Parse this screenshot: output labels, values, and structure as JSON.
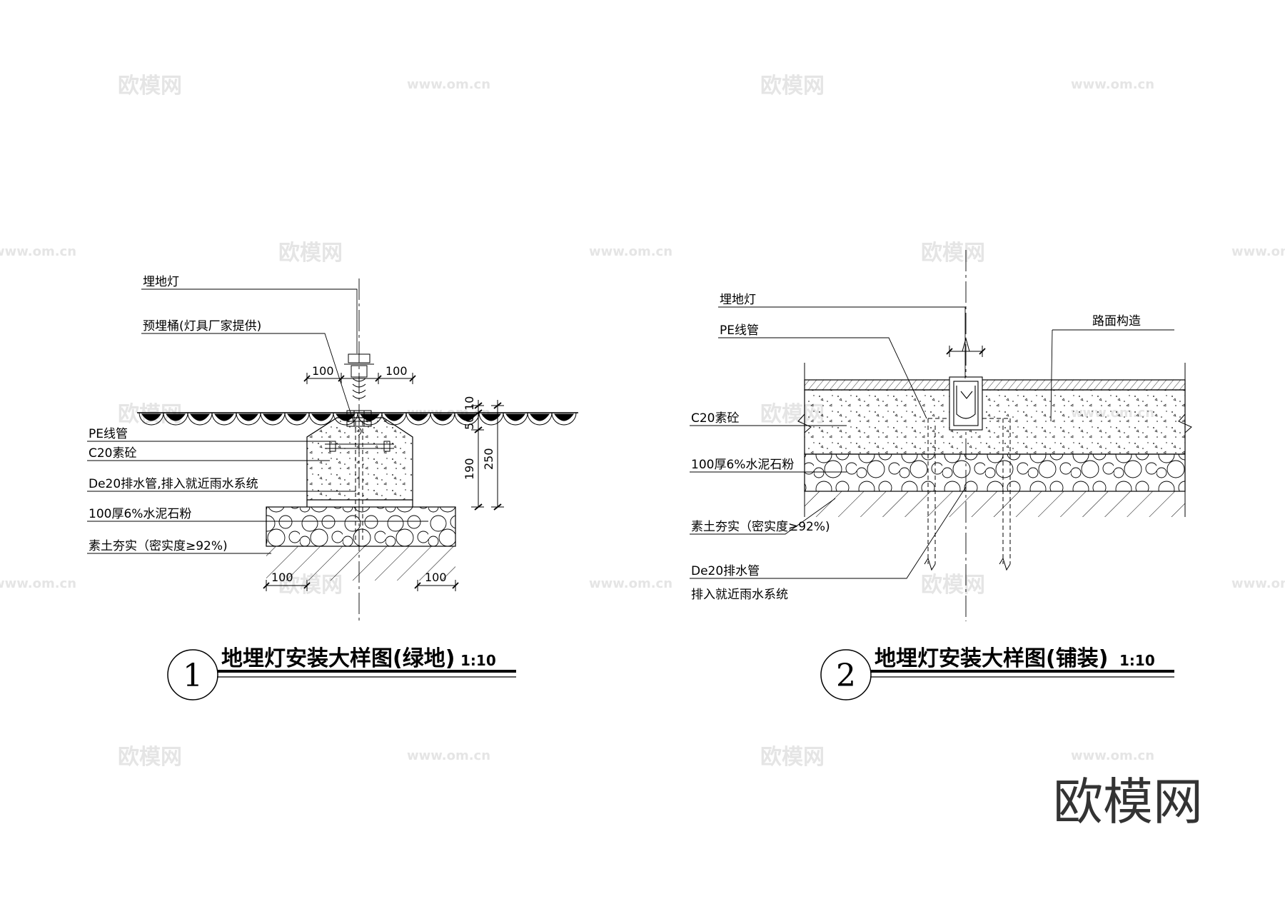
{
  "watermark": {
    "brand": "欧模网",
    "url": "www.om.cn"
  },
  "brand_corner": "欧模网",
  "detail1": {
    "number": "1",
    "title": "地埋灯安装大样图(绿地)",
    "scale": "1:10",
    "labels": {
      "lamp": "埋地灯",
      "bucket": "预埋桶(灯具厂家提供)",
      "pe_pipe": "PE线管",
      "c20": "C20素砼",
      "drain": "De20排水管,排入就近雨水系统",
      "stone": "100厚6%水泥石粉",
      "soil": "素土夯实（密实度≥92%)"
    },
    "dims": {
      "top_left": "100",
      "top_right": "100",
      "bottom_left": "100",
      "bottom_right": "100",
      "v10": "10",
      "v50": "50",
      "v190": "190",
      "v250": "250"
    }
  },
  "detail2": {
    "number": "2",
    "title": "地埋灯安装大样图(铺装)",
    "scale": "1:10",
    "labels": {
      "lamp": "埋地灯",
      "pe_pipe": "PE线管",
      "road": "路面构造",
      "c20": "C20素砼",
      "stone": "100厚6%水泥石粉",
      "soil": "素土夯实（密实度≥92%)",
      "drain": "De20排水管",
      "drain2": "排入就近雨水系统"
    }
  }
}
